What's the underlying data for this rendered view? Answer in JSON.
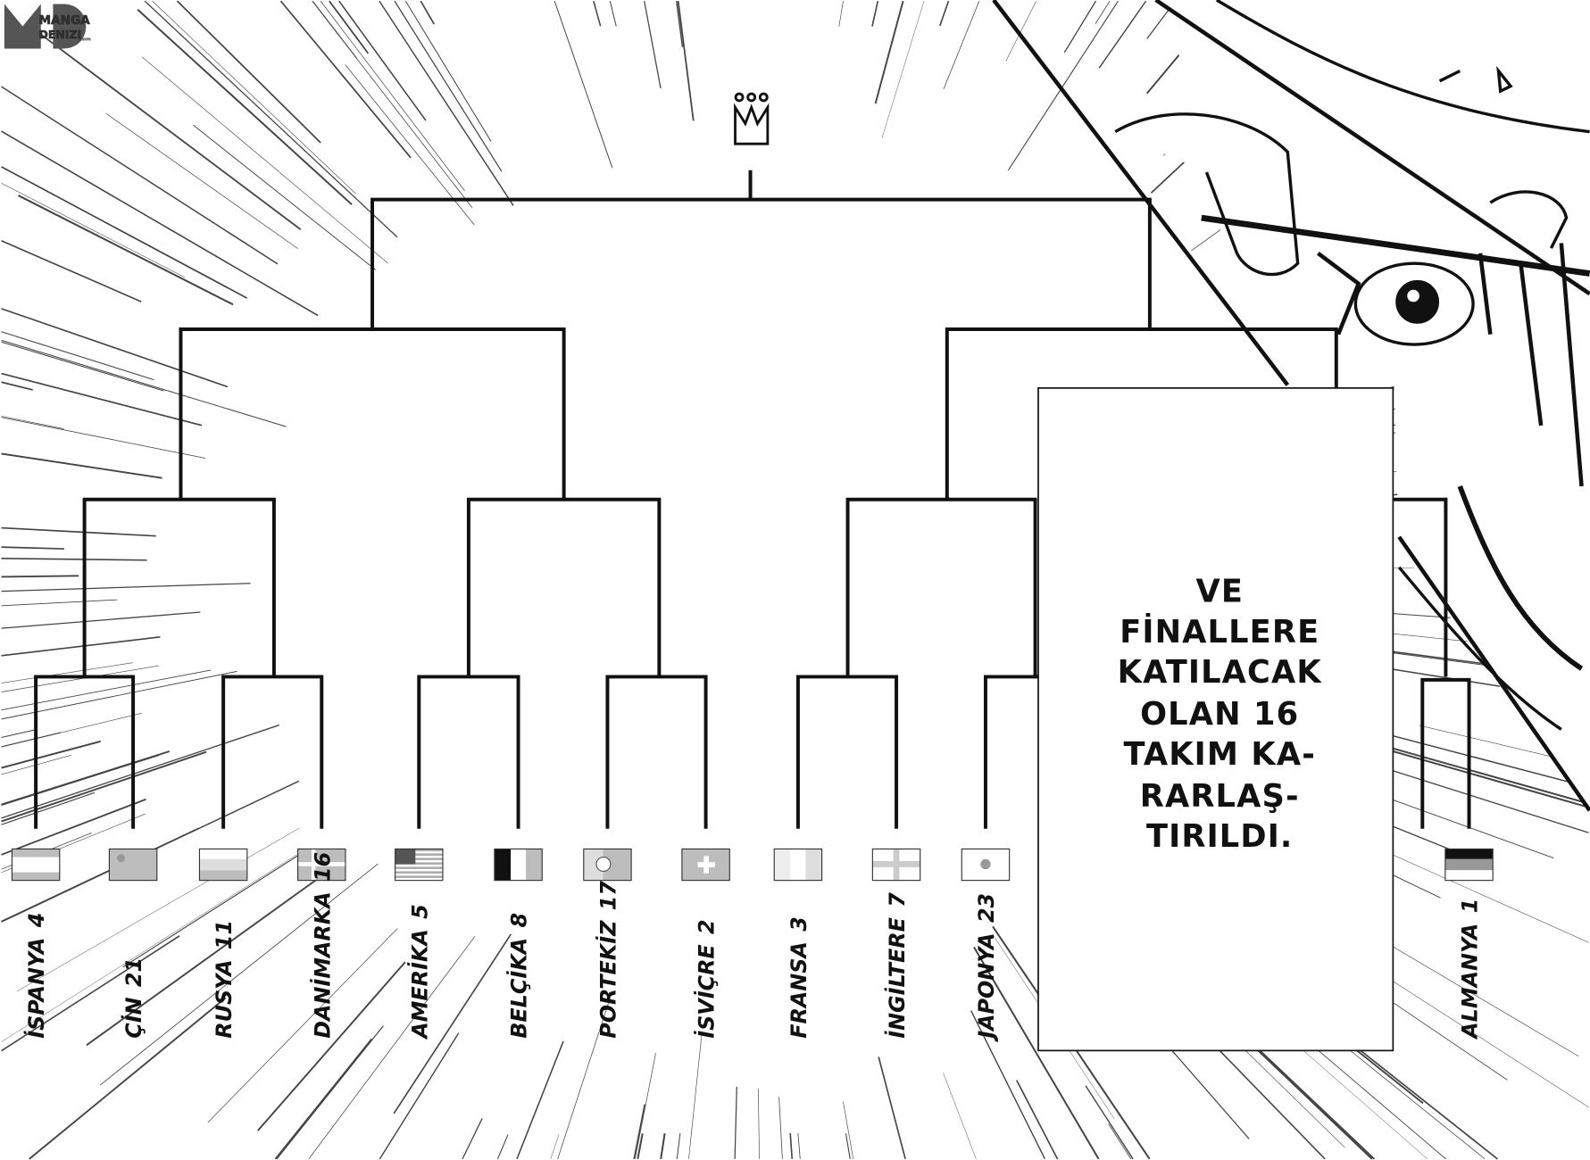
{
  "logo": {
    "text": "MangaDenizi",
    "line1": "MANGA",
    "line2": "DENIZI",
    "suffix": ".com"
  },
  "bracket": {
    "crown_icon": "crown-icon",
    "teams": [
      {
        "name": "İSPANYA",
        "seed": "4",
        "flag": "spain"
      },
      {
        "name": "ÇİN",
        "seed": "21",
        "flag": "china"
      },
      {
        "name": "RUSYA",
        "seed": "11",
        "flag": "russia"
      },
      {
        "name": "DANİMARKA",
        "seed": "16",
        "flag": "denmark"
      },
      {
        "name": "AMERİKA",
        "seed": "5",
        "flag": "usa"
      },
      {
        "name": "BELÇİKA",
        "seed": "8",
        "flag": "belgium"
      },
      {
        "name": "PORTEKİZ",
        "seed": "17",
        "flag": "portugal"
      },
      {
        "name": "İSVİÇRE",
        "seed": "2",
        "flag": "switzerland"
      },
      {
        "name": "FRANSA",
        "seed": "3",
        "flag": "france"
      },
      {
        "name": "İNGİLTERE",
        "seed": "7",
        "flag": "england"
      },
      {
        "name": "JAPONYA",
        "seed": "23",
        "flag": "japan"
      },
      {
        "name": "ALMANYA",
        "seed": "1",
        "flag": "germany"
      }
    ]
  },
  "caption": {
    "lines": [
      "VE",
      "FİNALLERE",
      "KATILACAK",
      "OLAN 16",
      "TAKIM KA-",
      "RARLAŞ-",
      "TIRILDI."
    ]
  },
  "colors": {
    "ink": "#111111",
    "screen": "#bdbdbd",
    "paper": "#ffffff"
  }
}
